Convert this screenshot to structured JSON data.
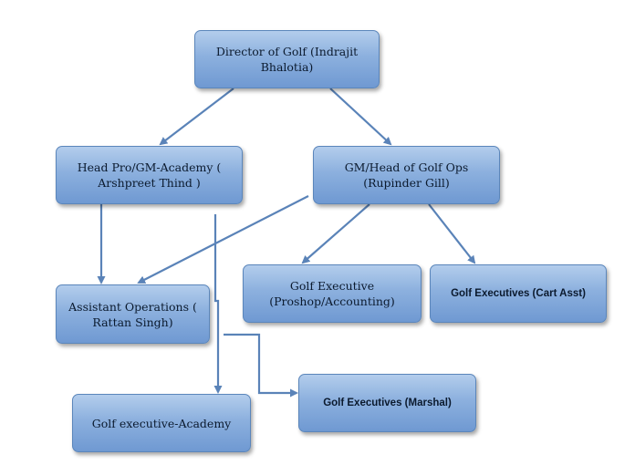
{
  "nodes": {
    "director": "Director of Golf (Indrajit Bhalotia)",
    "head_pro": "Head Pro/GM-Academy ( Arshpreet Thind )",
    "gm_head_ops": "GM/Head of Golf Ops (Rupinder Gill)",
    "assistant_ops": "Assistant Operations ( Rattan Singh)",
    "golf_exec_proshop": "Golf Executive (Proshop/Accounting)",
    "golf_exec_cart": "Golf Executives (Cart Asst)",
    "golf_exec_academy": "Golf executive-Academy",
    "golf_exec_marshal": "Golf Executives (Marshal)"
  },
  "colors": {
    "node_fill": "#8cb0de",
    "node_border": "#5b86bb",
    "connector": "#5a83b8"
  }
}
